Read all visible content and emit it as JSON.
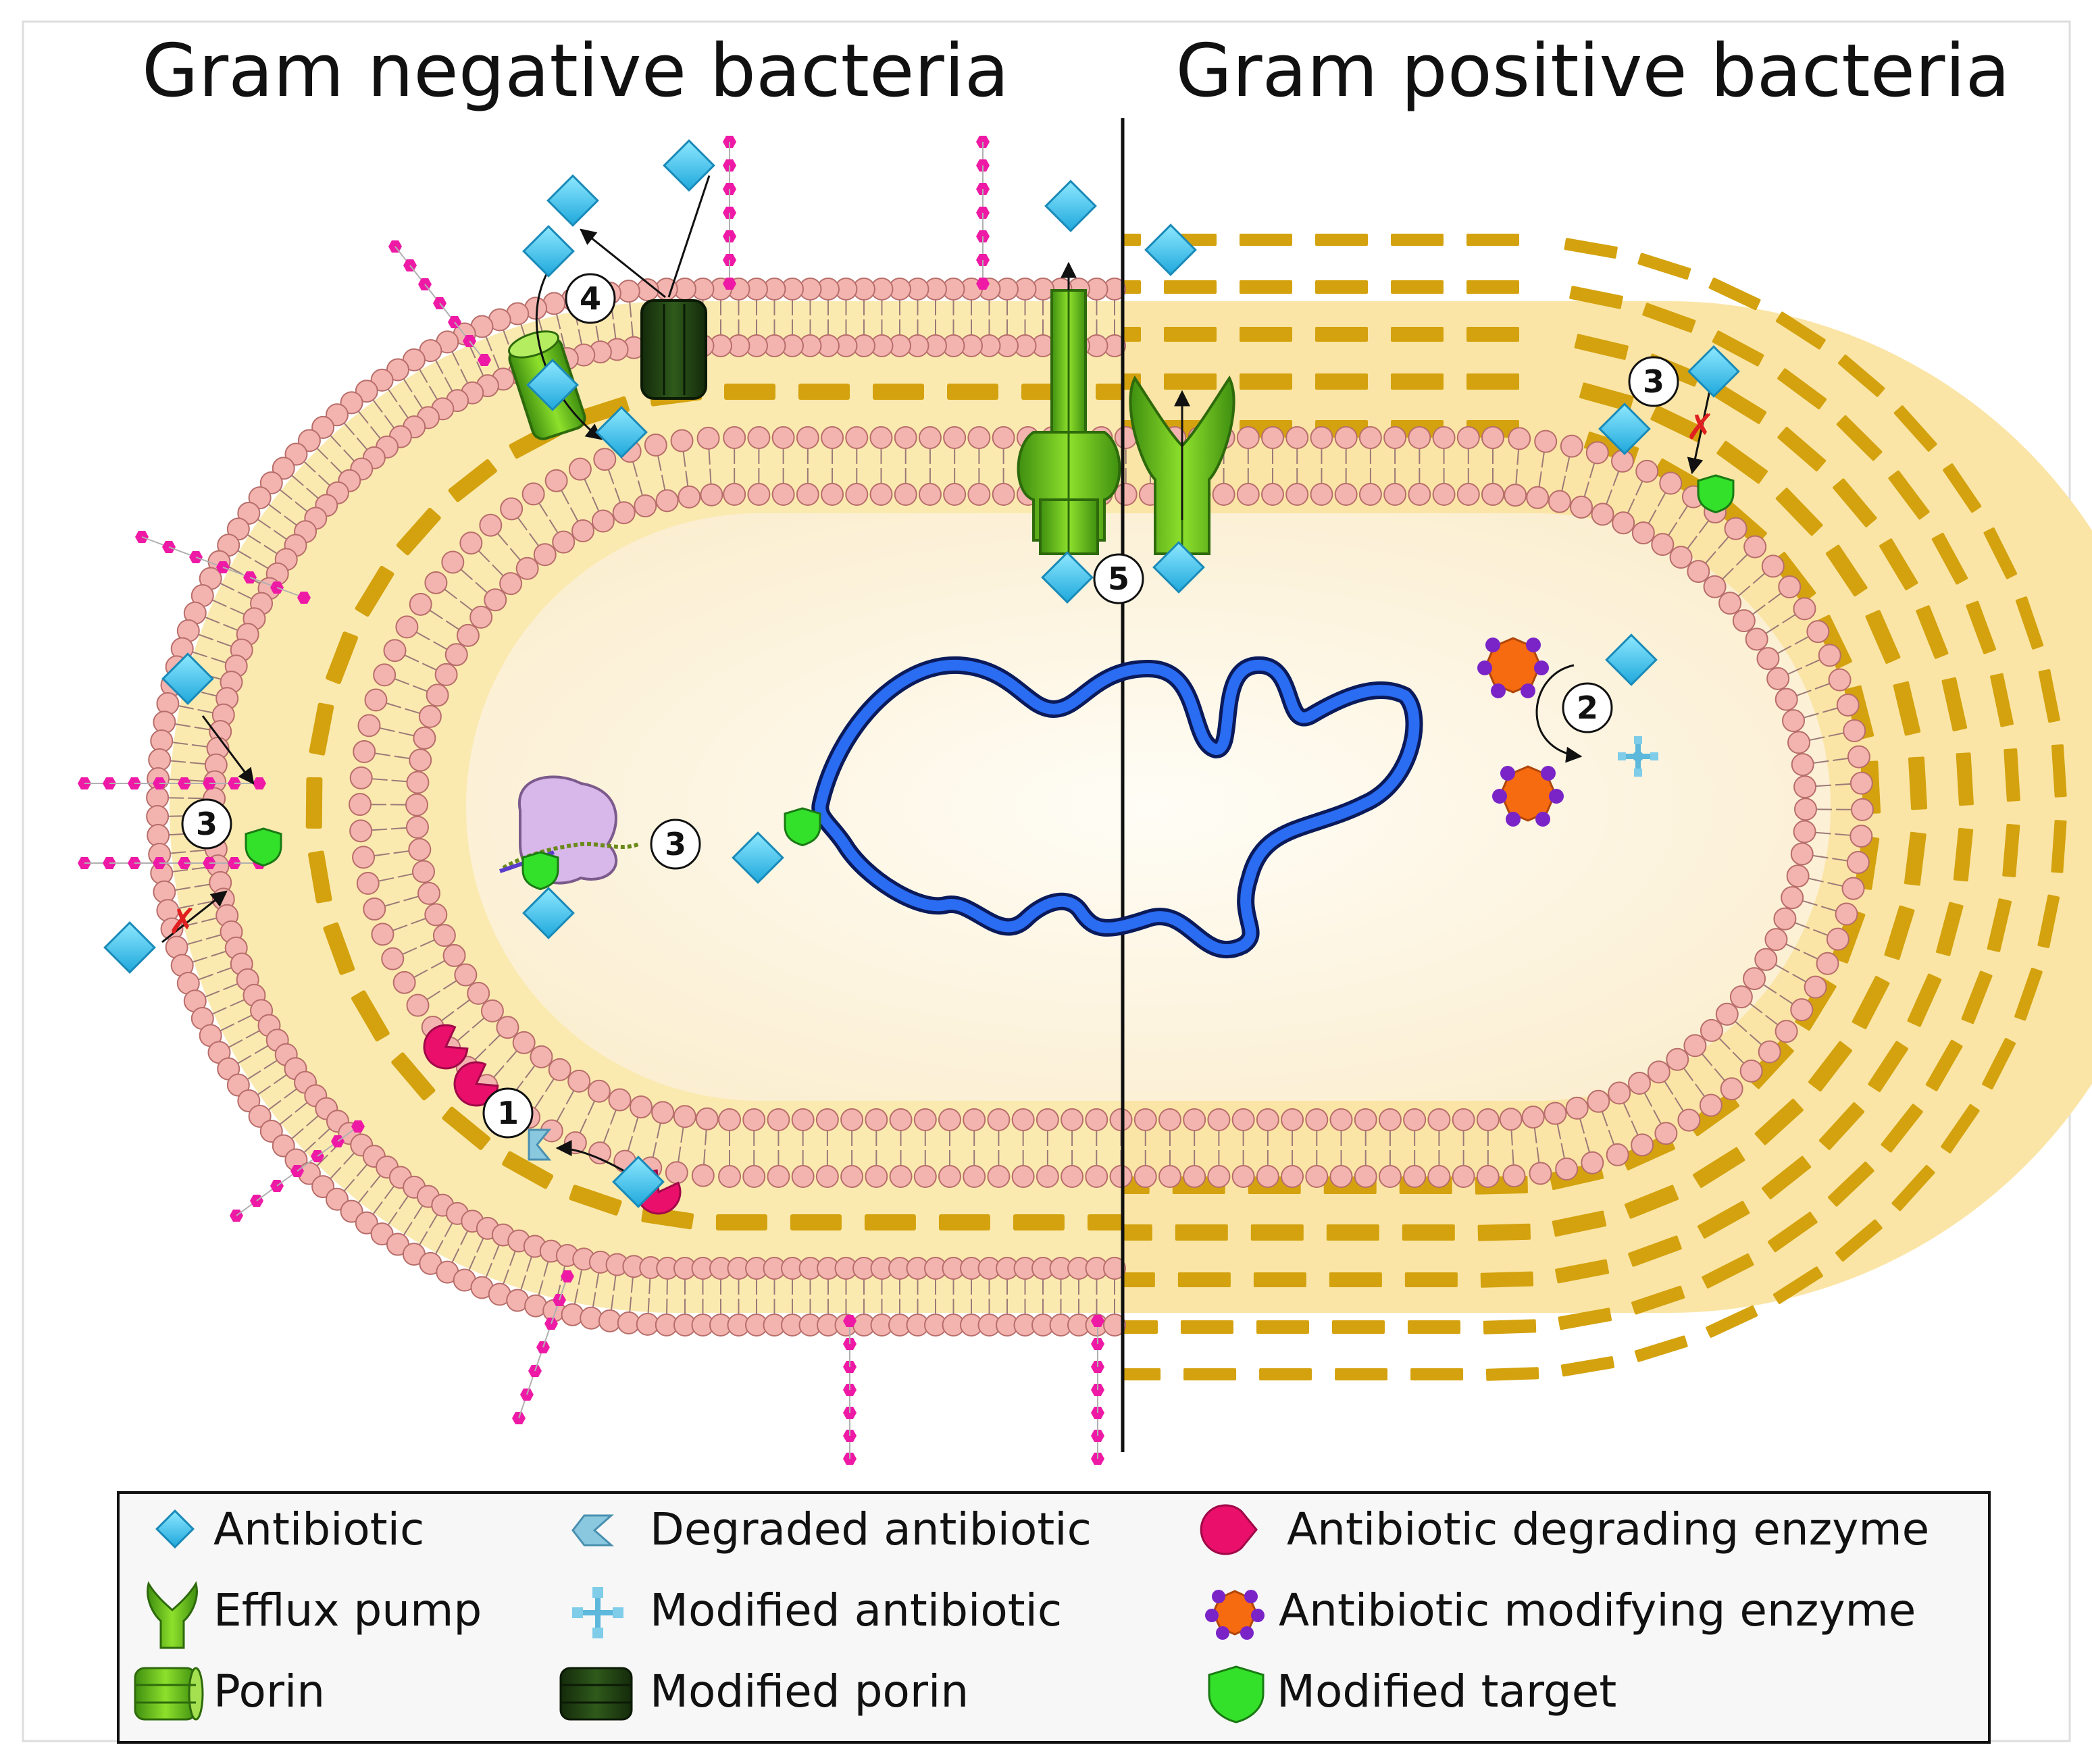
{
  "titles": {
    "left": "Gram negative bacteria",
    "right": "Gram positive bacteria"
  },
  "mechanism_labels": [
    "1",
    "2",
    "3",
    "3",
    "3",
    "4",
    "5"
  ],
  "legend": {
    "items": [
      {
        "key": "antibiotic",
        "label": "Antibiotic",
        "icon": "antibiotic-icon"
      },
      {
        "key": "degraded",
        "label": "Degraded antibiotic",
        "icon": "degraded-antibiotic-icon"
      },
      {
        "key": "degrading_enzyme",
        "label": "Antibiotic degrading enzyme",
        "icon": "degrading-enzyme-icon"
      },
      {
        "key": "efflux",
        "label": "Efflux pump",
        "icon": "efflux-pump-icon"
      },
      {
        "key": "modified_antibiotic",
        "label": "Modified antibiotic",
        "icon": "modified-antibiotic-icon"
      },
      {
        "key": "modifying_enzyme",
        "label": "Antibiotic modifying enzyme",
        "icon": "modifying-enzyme-icon"
      },
      {
        "key": "porin",
        "label": "Porin",
        "icon": "porin-icon"
      },
      {
        "key": "modified_porin",
        "label": "Modified porin",
        "icon": "modified-porin-icon"
      },
      {
        "key": "modified_target",
        "label": "Modified target",
        "icon": "modified-target-icon"
      }
    ]
  },
  "colors": {
    "membrane_head": "#f3b4b0",
    "membrane_head_stroke": "#b86e6a",
    "cell_wall": "#d4a20e",
    "periplasm": "#fbeab0",
    "cytoplasm": "#fdf4dc",
    "antibiotic": "#3fc6ef",
    "lps": "#ee1aa6",
    "dna": "#1a4fe0",
    "porin": "#66bb1a",
    "modified_porin": "#1f3f12",
    "degrading_enzyme": "#ea0f6a",
    "modifying_enzyme": "#f66a10",
    "modifying_enzyme_dots": "#7a24c8",
    "modified_target": "#33e02a",
    "ribosome": "#d3b2e6"
  }
}
